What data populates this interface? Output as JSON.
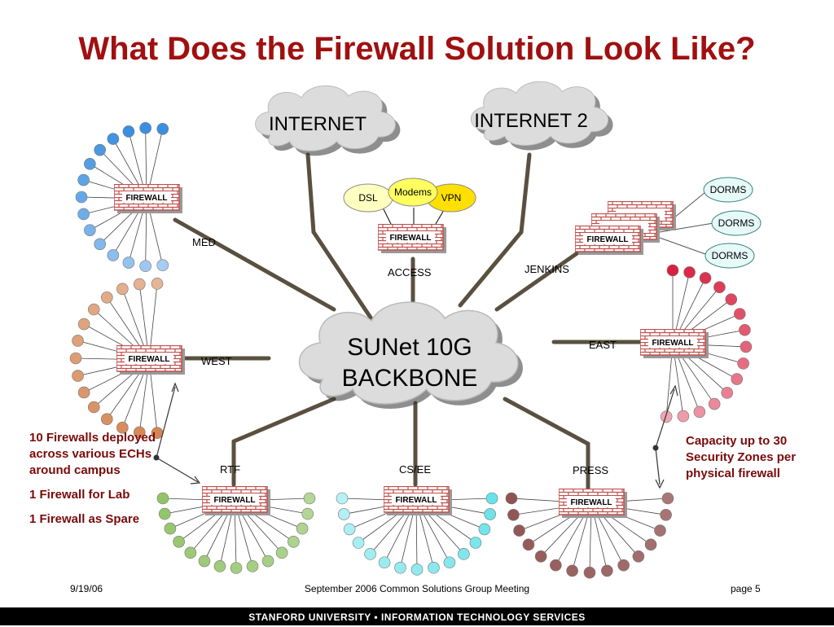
{
  "title": "What Does the Firewall Solution Look Like?",
  "clouds": {
    "internet": "INTERNET",
    "internet2": "INTERNET 2",
    "core_line1": "SUNet 10G",
    "core_line2": "BACKBONE"
  },
  "firewall_label": "FIREWALL",
  "segments": {
    "med": "MED",
    "west": "WEST",
    "access": "ACCESS",
    "jenkins": "JENKINS",
    "east": "EAST",
    "rtf": "RTF",
    "csee": "CS/EE",
    "press": "PRESS"
  },
  "access_nodes": {
    "dsl": "DSL",
    "modems": "Modems",
    "vpn": "VPN"
  },
  "dorms": [
    "DORMS",
    "DORMS",
    "DORMS"
  ],
  "notes_left": [
    "10 Firewalls deployed across various ECHs around campus",
    "1 Firewall for Lab",
    "1 Firewall as Spare"
  ],
  "notes_right": "Capacity up to 30 Security Zones per physical firewall",
  "footer": {
    "date": "9/19/06",
    "meeting": "September 2006 Common Solutions Group Meeting",
    "page": "page 5",
    "org": "STANFORD UNIVERSITY • INFORMATION TECHNOLOGY SERVICES"
  },
  "colors": {
    "title": "#a01010",
    "link": "#5a5040",
    "firewall_brick": "#c0504d",
    "med_nodes": "#3a8fe0",
    "west_nodes": "#d07840",
    "east_nodes": "#d82040",
    "rtf_nodes": "#8cc060",
    "csee_nodes": "#60e0e8",
    "press_nodes": "#8a4a48"
  }
}
